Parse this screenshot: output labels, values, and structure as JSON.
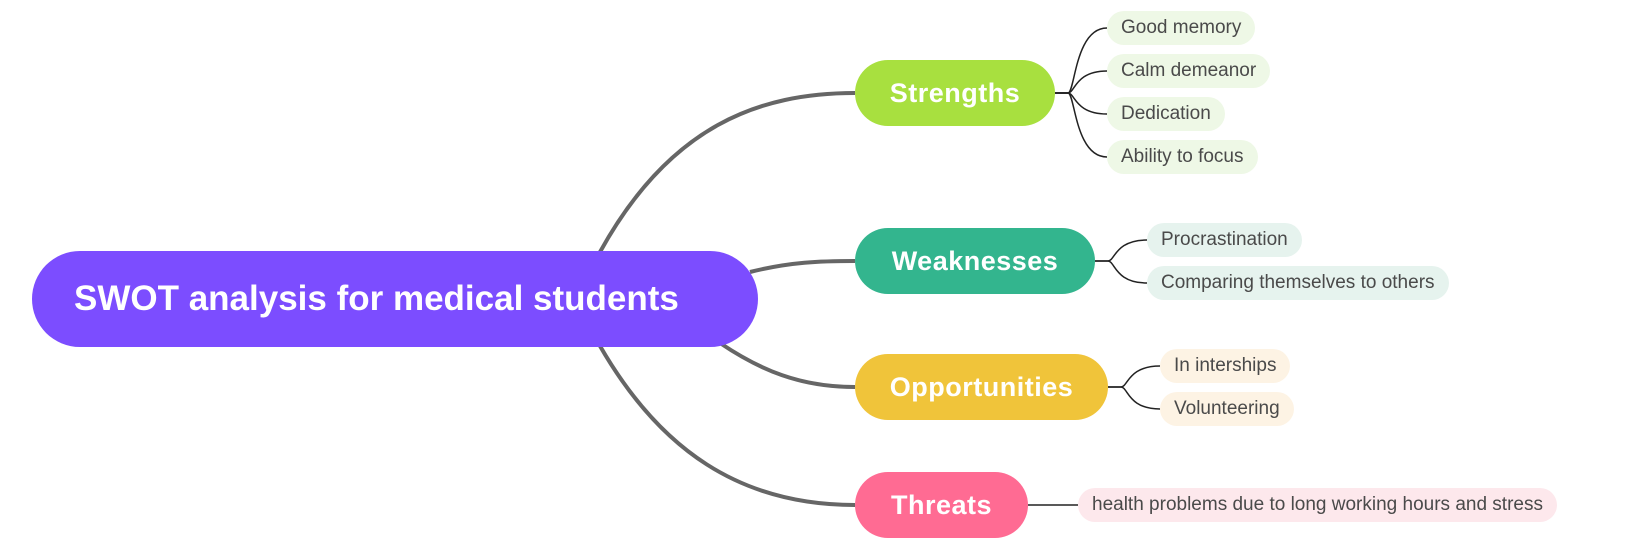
{
  "root": {
    "label": "SWOT analysis for medical students",
    "color": "#7c4dff"
  },
  "branches": [
    {
      "key": "strengths",
      "label": "Strengths",
      "color": "#a8e03f",
      "leaf_bg": "#eef8e6",
      "leaves": [
        "Good memory",
        "Calm demeanor",
        "Dedication",
        "Ability to focus"
      ]
    },
    {
      "key": "weaknesses",
      "label": "Weaknesses",
      "color": "#33b58e",
      "leaf_bg": "#e6f3ee",
      "leaves": [
        "Procrastination",
        "Comparing themselves to others"
      ]
    },
    {
      "key": "opportunities",
      "label": "Opportunities",
      "color": "#f0c43a",
      "leaf_bg": "#fdf3e4",
      "leaves": [
        "In interships",
        "Volunteering"
      ]
    },
    {
      "key": "threats",
      "label": "Threats",
      "color": "#ff6b93",
      "leaf_bg": "#fde8ec",
      "leaves": [
        "health problems due to long working hours and stress"
      ]
    }
  ],
  "colors": {
    "main_connector": "#666666",
    "leaf_connector": "#222222"
  }
}
